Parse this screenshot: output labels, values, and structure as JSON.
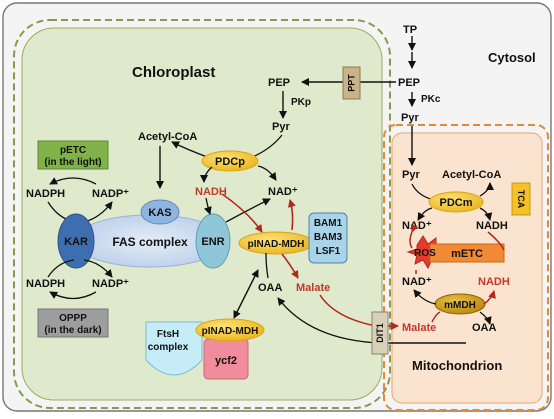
{
  "compartments": {
    "chloroplast": "Chloroplast",
    "cytosol": "Cytosol",
    "mitochondrion": "Mitochondrion"
  },
  "transporters": {
    "ppt": "PPT",
    "tca": "TCA",
    "dit1": "DIT1"
  },
  "cytosol": {
    "tp": "TP",
    "pep": "PEP",
    "pkc": "PKc",
    "pyr": "Pyr"
  },
  "chloroplast": {
    "pep": "PEP",
    "pkp": "PKp",
    "pyr": "Pyr",
    "acetyl_coa": "Acetyl-CoA",
    "pdcp": "PDCp",
    "nadh": "NADH",
    "nad_plus": "NAD⁺",
    "petc_line1": "pETC",
    "petc_line2": "(in the light)",
    "nadph_top": "NADPH",
    "nadp_top": "NADP⁺",
    "kas": "KAS",
    "kar": "KAR",
    "fas_complex": "FAS complex",
    "enr": "ENR",
    "nadph_bottom": "NADPH",
    "nadp_bottom": "NADP⁺",
    "oppp_line1": "OPPP",
    "oppp_line2": "(in the dark)",
    "pinad_mdh": "pINAD-MDH",
    "bam1": "BAM1",
    "bam3": "BAM3",
    "lsf1": "LSF1",
    "oaa": "OAA",
    "malate": "Malate",
    "ftsh_line1": "FtsH",
    "ftsh_line2": "complex",
    "pinad_mdh_bottom": "pINAD-MDH",
    "ycf2": "ycf2"
  },
  "mitochondrion": {
    "pyr": "Pyr",
    "acetyl_coa": "Acetyl-CoA",
    "pdcm": "PDCm",
    "nad_plus": "NAD⁺",
    "nadh": "NADH",
    "ros": "ROS",
    "metc": "mETC",
    "nad_plus_2": "NAD⁺",
    "nadh_2": "NADH",
    "mmdh": "mMDH",
    "malate": "Malate",
    "oaa": "OAA"
  },
  "colors": {
    "chloroplast_fill": "#dfeacc",
    "chloroplast_border": "#8a9a4a",
    "mito_fill": "#fbe4cf",
    "mito_border": "#e08a3a",
    "accent_red": "#c0392b",
    "enzyme_yellow": "#f4c227",
    "kar_blue": "#3d6fb0",
    "fas_fill": "#c9d9ef",
    "petc_green": "#7fb34a",
    "oppp_gray": "#9e9e9e",
    "metc_orange": "#f08a34",
    "ycf2_pink": "#f08c9c",
    "ftsh_cyan": "#c5ecf7",
    "transporter_tan": "#c9b48a"
  }
}
